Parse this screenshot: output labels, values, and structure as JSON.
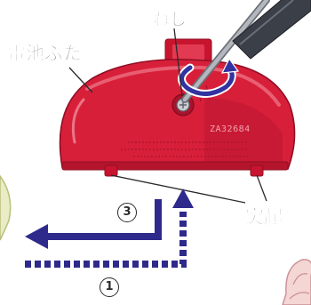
{
  "labels": {
    "screw": "ねじ",
    "battery_cover": "電池ぶた",
    "protrusion": "突起"
  },
  "cover_imprint": {
    "model": "ZA32684"
  },
  "steps": {
    "step1": "1",
    "step3": "3"
  },
  "colors": {
    "cover_red": "#d81f3a",
    "arrow_navy": "#2e2a8c",
    "screwdriver_shaft": "#8a8f96",
    "screwdriver_handle": "#3b3f47",
    "rotation_arrow": "#3232a0"
  },
  "icons": {
    "rotation": "counterclockwise-rotation-icon",
    "step_marker": "circled-number"
  }
}
